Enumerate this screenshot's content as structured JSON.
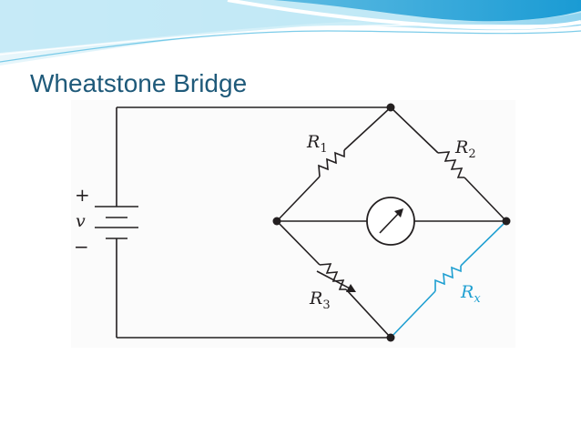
{
  "slide": {
    "title": "Wheatstone Bridge"
  },
  "theme": {
    "title_color": "#1f5a7a",
    "wave_colors": [
      "#b9e6f5",
      "#4fb8e0",
      "#1a9bd4"
    ],
    "wire_color": "#231f20",
    "highlight_color": "#1e9fd1"
  },
  "circuit": {
    "source": {
      "plus": "+",
      "symbol": "v",
      "minus": "−"
    },
    "resistors": [
      {
        "name": "R",
        "subscript": "1",
        "variable": false,
        "highlighted": false
      },
      {
        "name": "R",
        "subscript": "2",
        "variable": false,
        "highlighted": false
      },
      {
        "name": "R",
        "subscript": "3",
        "variable": true,
        "highlighted": false
      },
      {
        "name": "R",
        "subscript": "x",
        "variable": false,
        "highlighted": true
      }
    ],
    "meter": {
      "icon": "galvanometer-icon"
    }
  }
}
